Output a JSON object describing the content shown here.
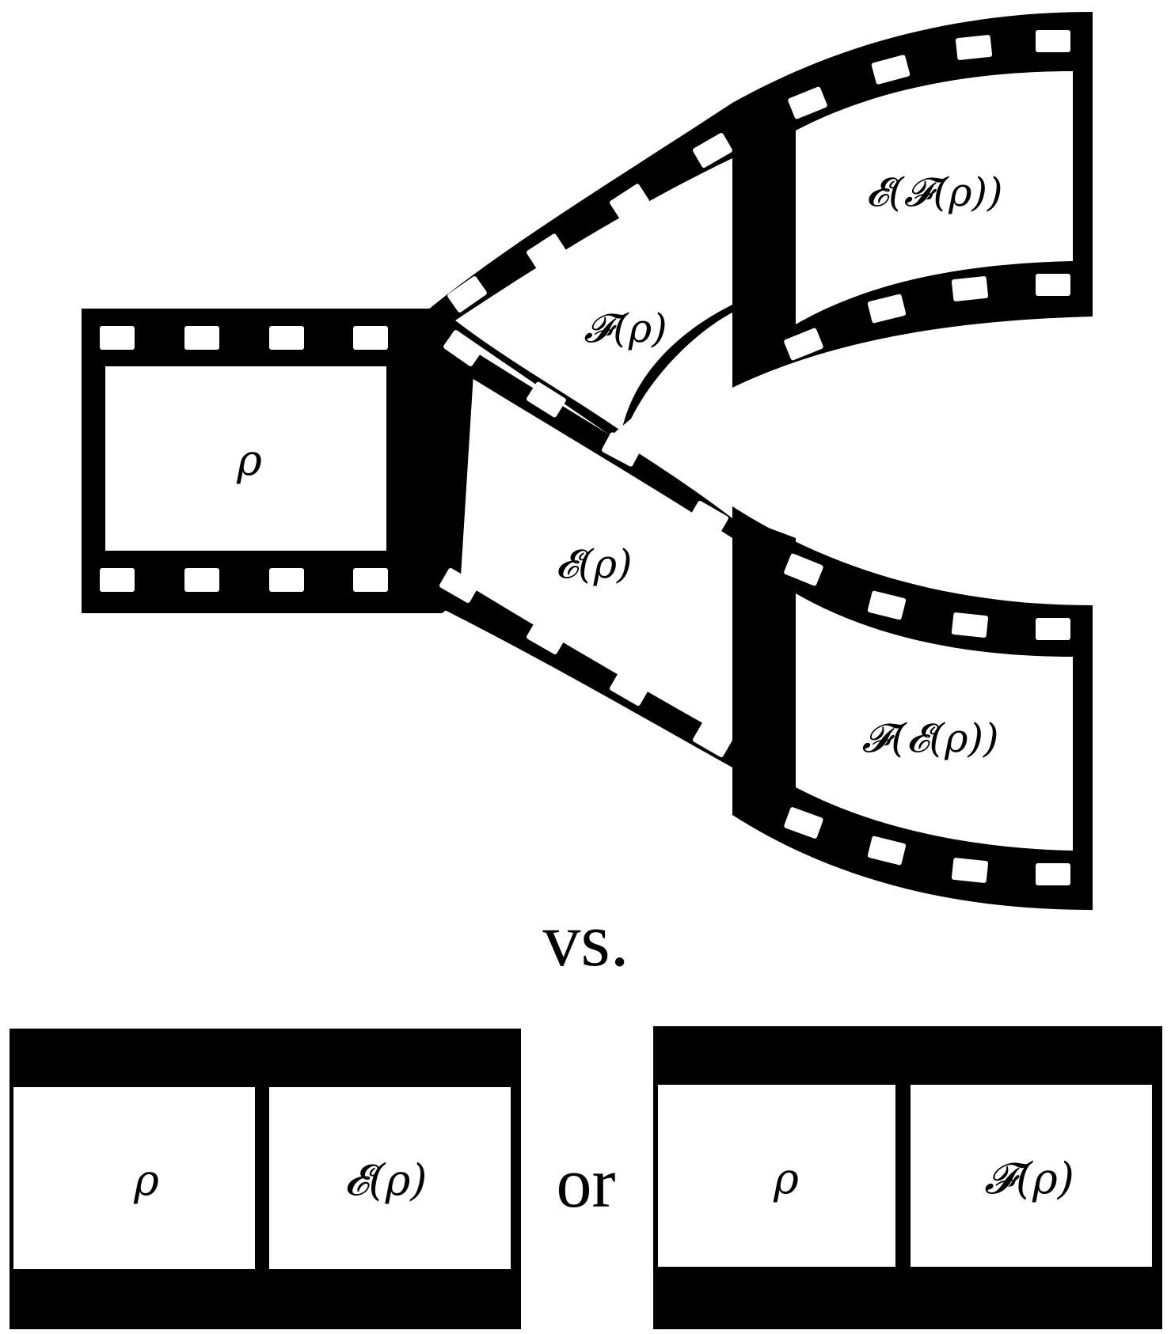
{
  "diagram": {
    "initial_frame_label": "ρ",
    "branch_upper_label": "𝓕(ρ)",
    "branch_lower_label": "𝓔(ρ)",
    "end_upper_label": "𝓔(𝓕(ρ))",
    "end_lower_label": "𝓕(𝓔(ρ))",
    "comparison_word": "vs.",
    "or_word": "or",
    "strip_left": {
      "frame1_label": "ρ",
      "frame2_label": "𝓔(ρ)"
    },
    "strip_right": {
      "frame1_label": "ρ",
      "frame2_label": "𝓕(ρ)"
    }
  },
  "colors": {
    "film": "#000000",
    "background": "#ffffff"
  }
}
